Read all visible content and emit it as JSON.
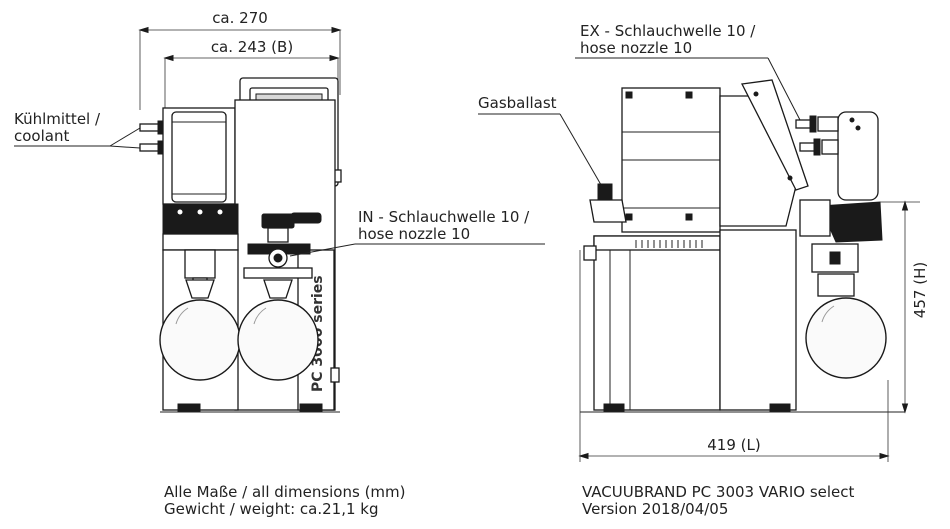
{
  "front_view": {
    "dim_width_total": "ca. 270",
    "dim_width_inner": "ca. 243 (B)",
    "label_coolant_line1": "Kühlmittel /",
    "label_coolant_line2": "coolant",
    "label_in_line1": "IN - Schlauchwelle 10 /",
    "label_in_line2": "hose nozzle 10",
    "housing_text": "PC 3000 series"
  },
  "side_view": {
    "label_ex_line1": "EX - Schlauchwelle 10 /",
    "label_ex_line2": "hose nozzle 10",
    "label_gas_ballast": "Gasballast",
    "dim_height": "457 (H)",
    "dim_length": "419 (L)"
  },
  "footer": {
    "left_line1": "Alle Maße / all dimensions (mm)",
    "left_line2": "Gewicht / weight:  ca.21,1 kg",
    "right_line1": "VACUUBRAND PC 3003 VARIO select",
    "right_line2": "Version 2018/04/05"
  },
  "colors": {
    "line": "#1a1a1a",
    "background": "#ffffff"
  }
}
